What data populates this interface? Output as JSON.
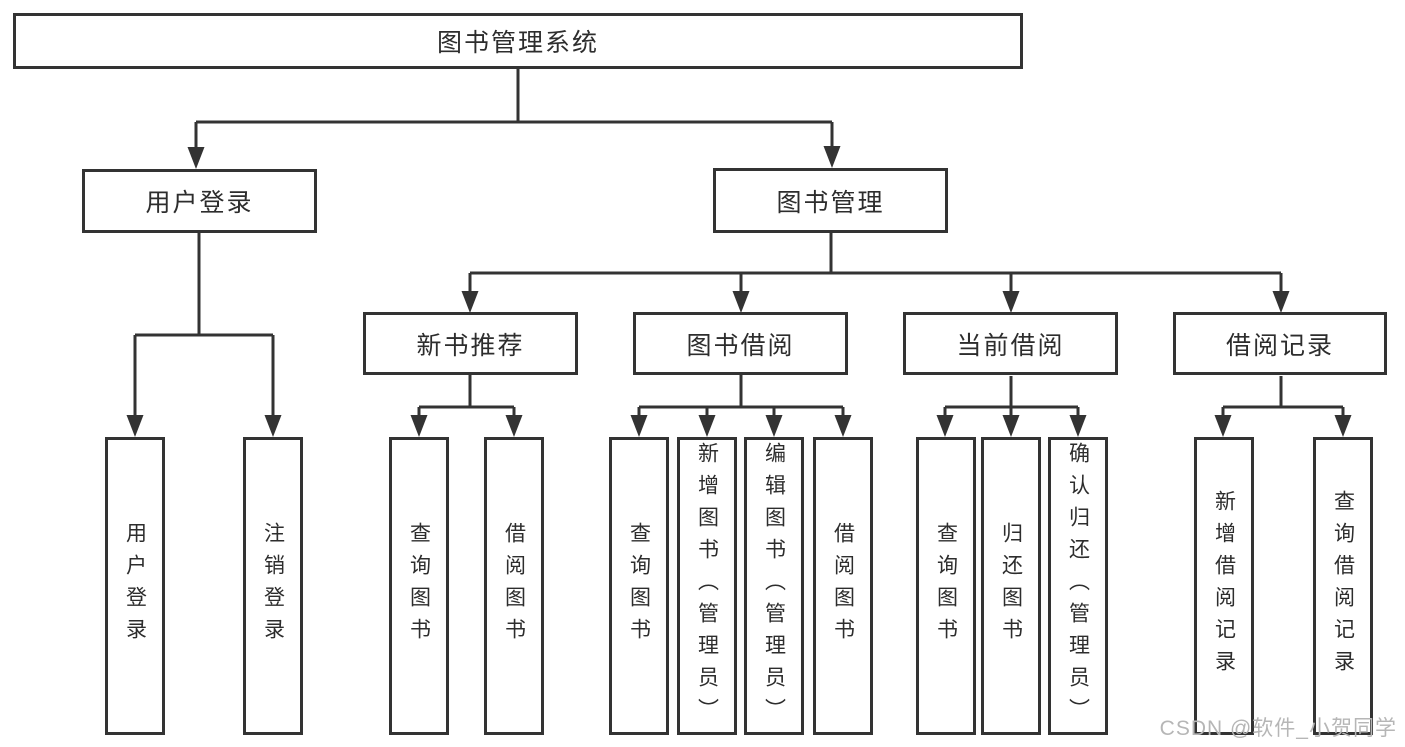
{
  "tree": {
    "root": "图书管理系统",
    "branches": [
      {
        "label": "用户登录",
        "children": [
          "用户登录",
          "注销登录"
        ]
      },
      {
        "label": "图书管理",
        "groups": [
          {
            "label": "新书推荐",
            "children": [
              "查询图书",
              "借阅图书"
            ]
          },
          {
            "label": "图书借阅",
            "children": [
              "查询图书",
              "新增图书（管理员）",
              "编辑图书（管理员）",
              "借阅图书"
            ]
          },
          {
            "label": "当前借阅",
            "children": [
              "查询图书",
              "归还图书",
              "确认归还（管理员）"
            ]
          },
          {
            "label": "借阅记录",
            "children": [
              "新增借阅记录",
              "查询借阅记录"
            ]
          }
        ]
      }
    ]
  },
  "watermark": "CSDN @软件_小贺同学",
  "colors": {
    "line": "#333333",
    "text": "#2d2d2d",
    "watermark": "#b6b6b6",
    "bg": "#ffffff"
  }
}
